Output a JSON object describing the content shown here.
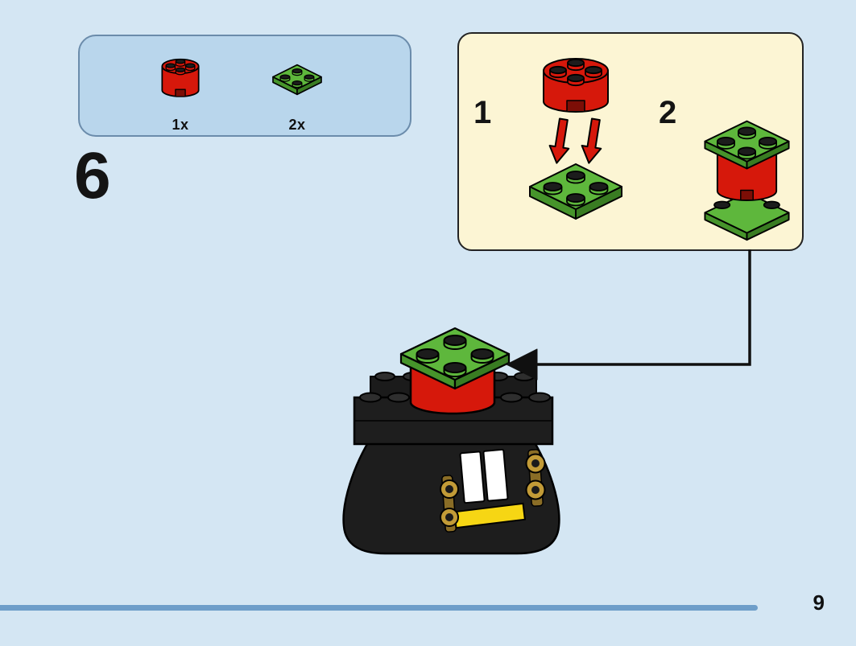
{
  "page": {
    "number": "9",
    "background_color": "#d4e6f3",
    "divider_color": "#6e9ec9"
  },
  "step": {
    "number": "6"
  },
  "parts_box": {
    "background_color": "#b9d6ec",
    "parts": [
      {
        "label": "1x",
        "part": "red-round-brick-2x2",
        "color": "#d6180b"
      },
      {
        "label": "2x",
        "part": "green-plate-2x2",
        "color": "#5eb73c"
      }
    ]
  },
  "substep_panel": {
    "background_color": "#fcf5d4",
    "steps": [
      {
        "number": "1"
      },
      {
        "number": "2"
      }
    ]
  },
  "colors": {
    "brick_red": "#d6180b",
    "red_shadow": "#7c0e06",
    "plate_green": "#5eb73c",
    "plate_green_dark": "#46942b",
    "black_brick": "#1d1d1d",
    "stud_top": "#1c1c1c",
    "gold": "#c29b37",
    "shirt_white": "#ffffff",
    "belt_yellow": "#f6d614"
  }
}
